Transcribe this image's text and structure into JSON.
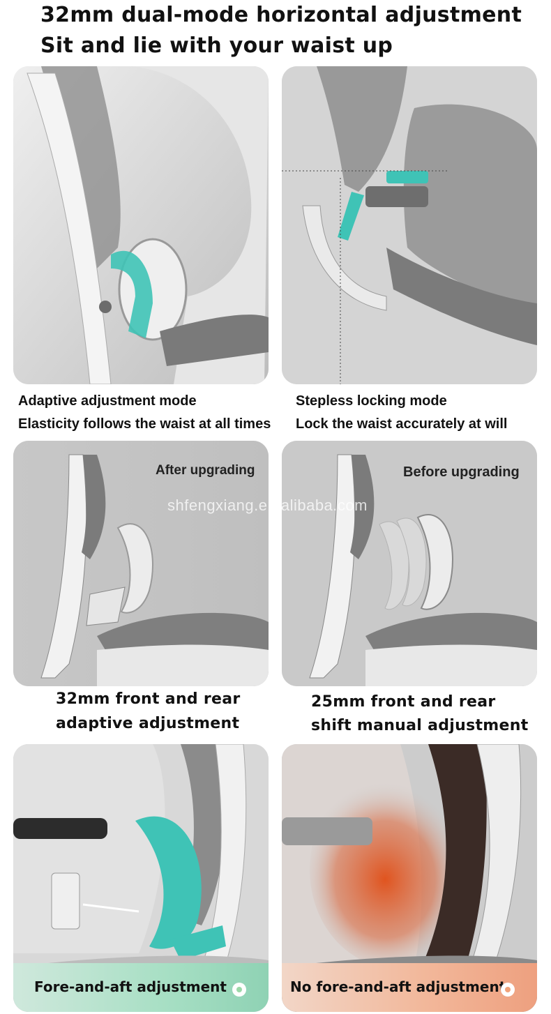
{
  "header": {
    "line1": "32mm dual-mode horizontal adjustment",
    "line2": "Sit and lie with your waist up"
  },
  "row1": {
    "left_caption_1": "Adaptive adjustment mode",
    "left_caption_2": "Elasticity follows the waist at all times",
    "right_caption_1": "Stepless locking mode",
    "right_caption_2": "Lock the waist accurately at will"
  },
  "row2": {
    "left_overlay": "After upgrading",
    "right_overlay": "Before upgrading",
    "watermark": "shfengxiang.en.alibaba.com",
    "left_caption_1": "32mm front and rear",
    "left_caption_2": "adaptive adjustment",
    "right_caption_1": "25mm front and rear",
    "right_caption_2": "shift manual adjustment"
  },
  "row3": {
    "left_label": "Fore-and-aft adjustment",
    "right_label": "No fore-and-aft adjustment"
  },
  "colors": {
    "accent_teal": "#3fc3b6",
    "accent_orange": "#e0541f",
    "panel_gray": "#d3d3d3",
    "ring_green": "#9bd8a8",
    "ring_orange": "#f0a27a"
  }
}
